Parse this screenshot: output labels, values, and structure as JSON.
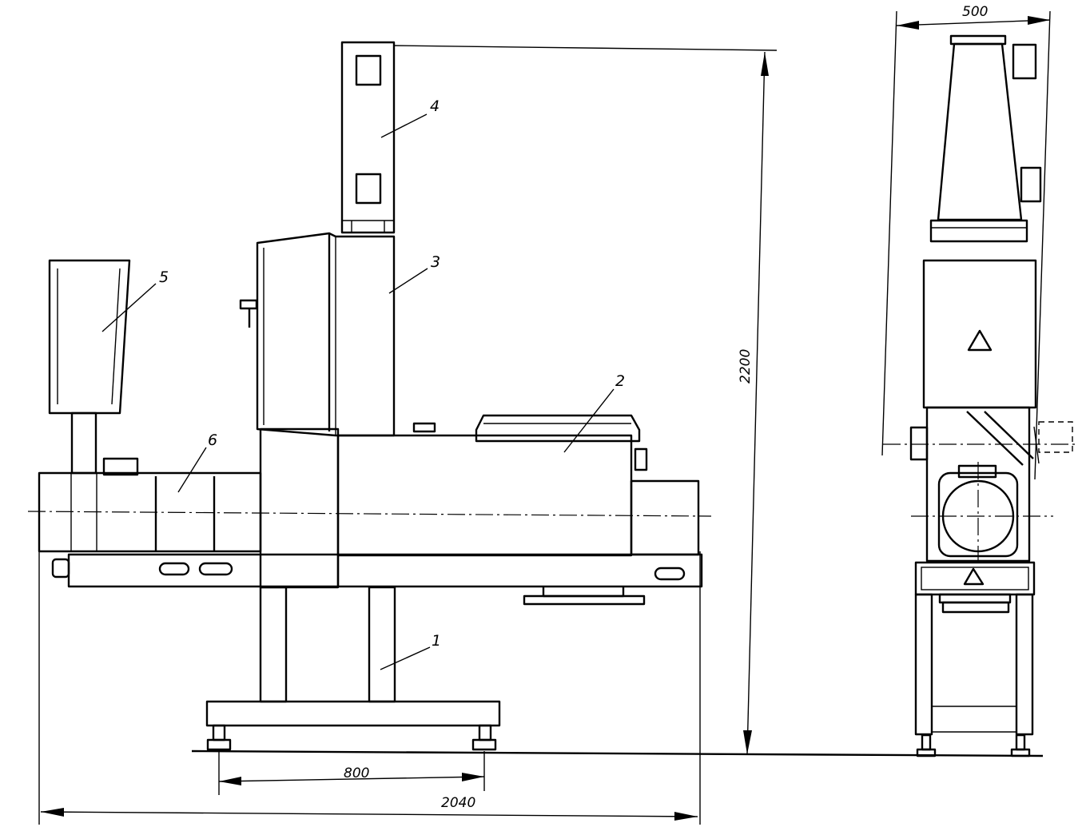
{
  "callouts": {
    "frame": "1",
    "hopper": "2",
    "gearbox": "3",
    "cabinet": "4",
    "control_box": "5",
    "barrel": "6"
  },
  "dimensions": {
    "height": "2200",
    "width_side": "500",
    "foot_span": "800",
    "total_length": "2040"
  }
}
